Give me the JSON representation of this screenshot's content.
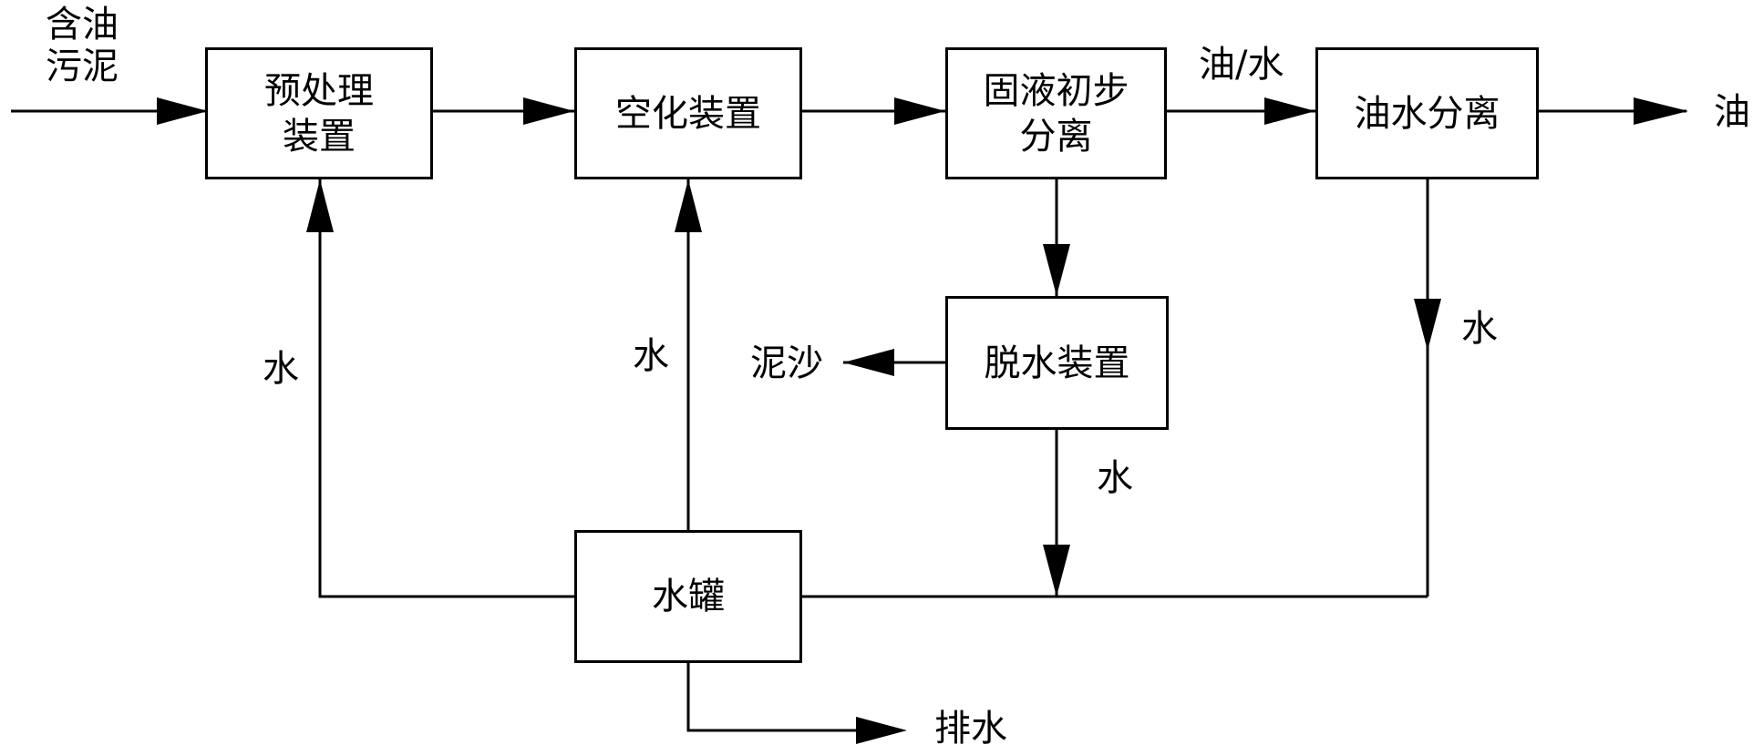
{
  "nodes": {
    "pretreatment": "预处理\n装置",
    "cavitation": "空化装置",
    "solid_liquid": "固液初步\n分离",
    "oil_water_sep": "油水分离",
    "dewatering": "脱水装置",
    "water_tank": "水罐"
  },
  "labels": {
    "input": "含油\n污泥",
    "oil_water": "油/水",
    "oil_out": "油",
    "water_left": "水",
    "water_mid": "水",
    "water_right": "水",
    "water_dewater": "水",
    "sediment": "泥沙",
    "drain": "排水"
  },
  "edges": [
    {
      "from": "含油污泥",
      "to": "预处理装置"
    },
    {
      "from": "预处理装置",
      "to": "空化装置"
    },
    {
      "from": "空化装置",
      "to": "固液初步分离"
    },
    {
      "from": "固液初步分离",
      "to": "油水分离",
      "label": "油/水"
    },
    {
      "from": "油水分离",
      "to": "油"
    },
    {
      "from": "固液初步分离",
      "to": "脱水装置"
    },
    {
      "from": "脱水装置",
      "to": "泥沙"
    },
    {
      "from": "脱水装置",
      "to": "水罐",
      "label": "水"
    },
    {
      "from": "油水分离",
      "to": "水罐",
      "label": "水"
    },
    {
      "from": "水罐",
      "to": "预处理装置",
      "label": "水"
    },
    {
      "from": "水罐",
      "to": "空化装置",
      "label": "水"
    },
    {
      "from": "水罐",
      "to": "排水"
    }
  ]
}
